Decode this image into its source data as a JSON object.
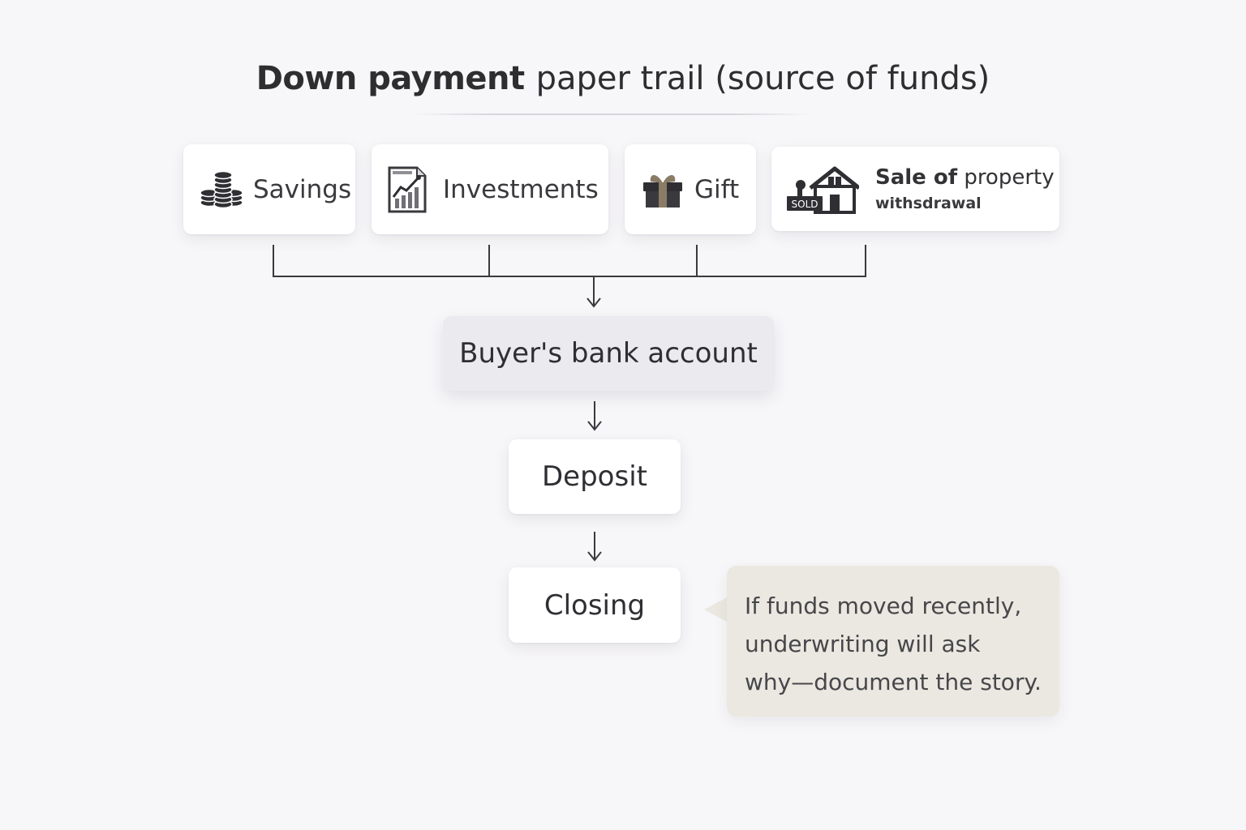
{
  "title": {
    "bold": "Down payment",
    "rest": "paper trail (source of funds)"
  },
  "sources": {
    "savings": {
      "label": "Savings",
      "icon": "coin-stack-icon"
    },
    "investments": {
      "label": "Investments",
      "icon": "chart-document-icon"
    },
    "gift": {
      "label": "Gift",
      "icon": "gift-box-icon"
    },
    "sale": {
      "title_bold": "Sale of",
      "title_rest": "property",
      "subtitle": "withsdrawal",
      "icon": "sold-house-icon",
      "badge": "SOLD"
    }
  },
  "flow": {
    "bank_account": "Buyer's bank account",
    "deposit": "Deposit",
    "closing": "Closing"
  },
  "note": {
    "lines": [
      "If funds moved recently,",
      "underwriting will ask",
      "why—document the story."
    ]
  },
  "colors": {
    "background": "#f7f6f8",
    "card": "#ffffff",
    "bank_box": "#ebeaee",
    "note": "#ebe8e1",
    "line": "#3a3a3e"
  }
}
